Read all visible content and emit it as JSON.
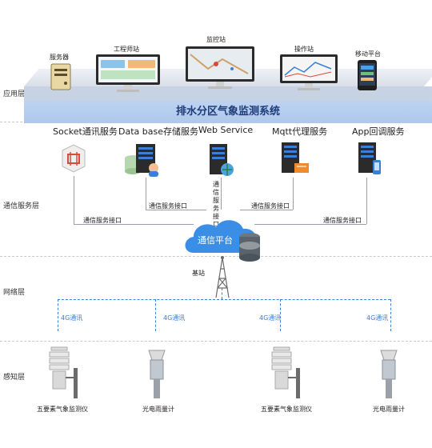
{
  "layers": {
    "application": "应用层",
    "service": "通信服务层",
    "network": "网络层",
    "perception": "感知层"
  },
  "system_title": "排水分区气象监测系统",
  "app_devices": [
    "服务器",
    "工程师站",
    "监控站",
    "操作站",
    "移动平台"
  ],
  "services": [
    "Socket通讯服务",
    "Data base存储服务",
    "Web Service",
    "Mqtt代理服务",
    "App回调服务"
  ],
  "interface_label": "通信服务接口",
  "vertical_interface_label": "通信服务接口",
  "platform_label": "通信平台",
  "base_station_label": "基站",
  "network_label": "4G通讯",
  "sensors": [
    "五要素气象监测仪",
    "光电雨量计",
    "五要素气象监测仪",
    "光电雨量计"
  ],
  "colors": {
    "accent": "#3b7fd9",
    "title_band": "#aec7ec",
    "cloud": "#3a8ee6"
  }
}
